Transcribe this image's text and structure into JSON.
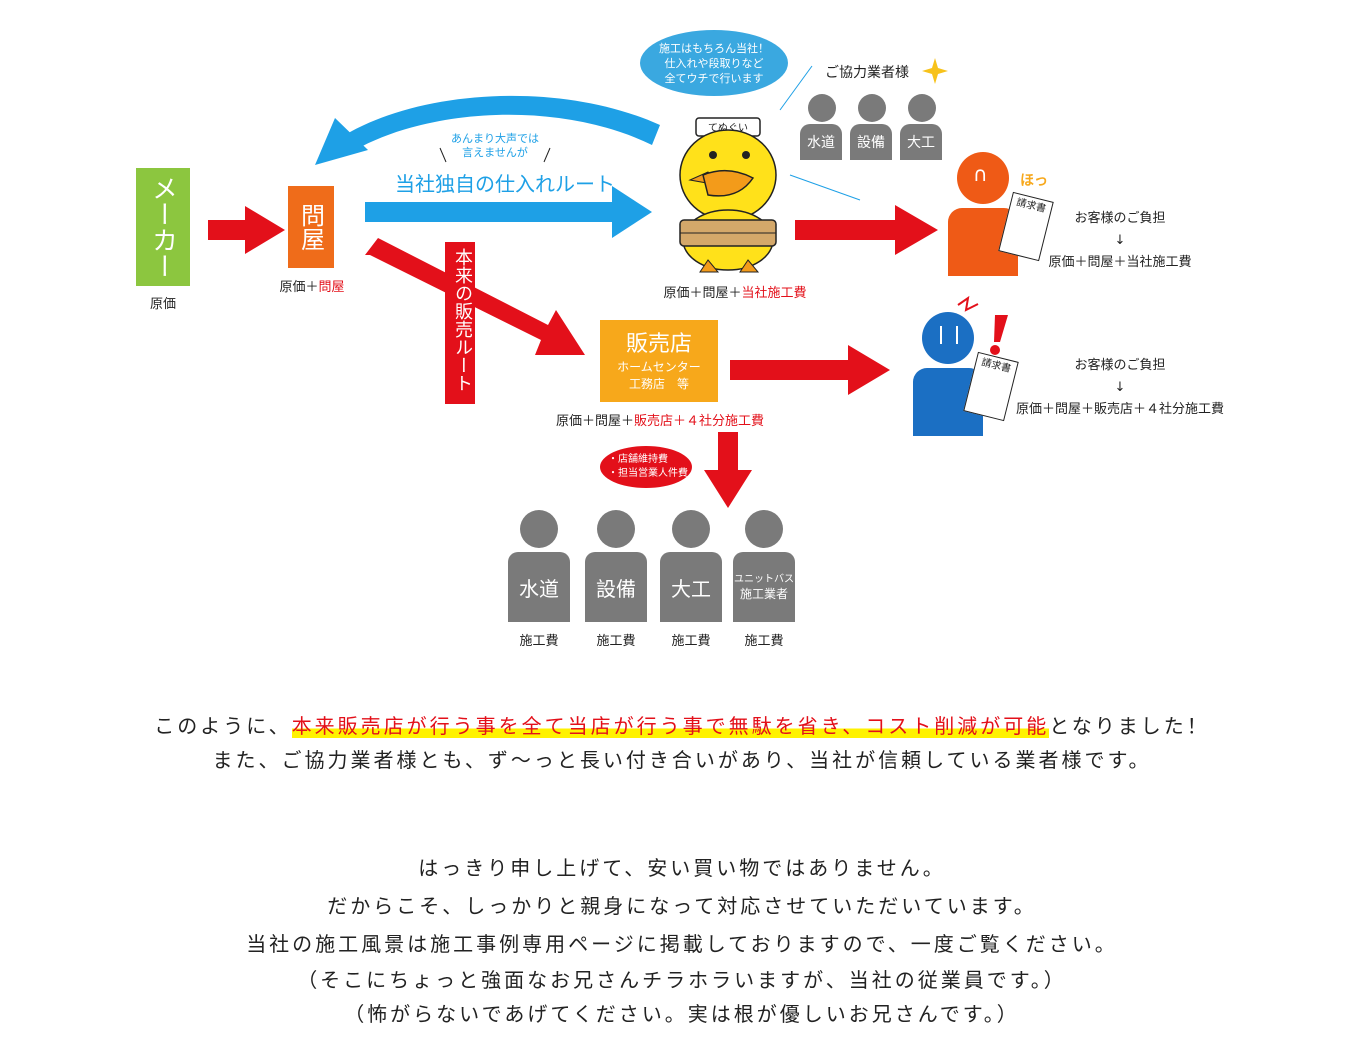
{
  "nodes": {
    "maker": "メーカー",
    "maker_cost": "原価",
    "wholesaler": "問屋",
    "wholesaler_cost_base": "原価＋",
    "wholesaler_cost_red": "問屋",
    "retailer_title": "販売店",
    "retailer_line1": "ホームセンター",
    "retailer_line2": "工務店　等",
    "retailer_cost_base": "原価＋問屋＋",
    "retailer_cost_red": "販売店＋４社分施工費",
    "our_cost_base": "原価＋問屋＋",
    "our_cost_red": "当社施工費"
  },
  "routes": {
    "our_route_label": "当社独自の仕入れルート",
    "our_route_note1": "あんまり大声では",
    "our_route_note2": "言えませんが",
    "original_route_label": "本来の販売ルート"
  },
  "bubbles": {
    "mascot_line1": "施工はもちろん当社！",
    "mascot_line2": "仕入れや段取りなど",
    "mascot_line3": "全てウチで行います",
    "retail_cost1": "・店舗維持費",
    "retail_cost2": "・担当営業人件費"
  },
  "partners": {
    "title": "ご協力業者様",
    "items": [
      "水道",
      "設備",
      "大工"
    ]
  },
  "mascot_sign": "てぬぐい",
  "customers": {
    "happy_exclaim": "ほっ",
    "invoice": "請求書",
    "happy_burden_title": "お客様のご負担",
    "happy_burden_arrow": "↓",
    "happy_burden_value": "原価＋問屋＋当社施工費",
    "upset_burden_title": "お客様のご負担",
    "upset_burden_arrow": "↓",
    "upset_burden_value": "原価＋問屋＋販売店＋４社分施工費"
  },
  "retail_workers": [
    {
      "label": "水道",
      "fee": "施工費"
    },
    {
      "label": "設備",
      "fee": "施工費"
    },
    {
      "label": "大工",
      "fee": "施工費"
    },
    {
      "label1": "ユニットバス",
      "label2": "施工業者",
      "fee": "施工費"
    }
  ],
  "text": {
    "line1_pre": "このように、",
    "line1_highlight": "本来販売店が行う事を全て当店が行う事で無駄を省き、コスト削減が可能",
    "line1_post": "となりました！",
    "line2": "また、ご協力業者様とも、ず〜っと長い付き合いがあり、当社が信頼している業者様です。",
    "para": [
      "はっきり申し上げて、安い買い物ではありません。",
      "だからこそ、しっかりと親身になって対応させていただいています。",
      "当社の施工風景は施工事例専用ページに掲載しておりますので、一度ご覧ください。",
      "（そこにちょっと強面なお兄さんチラホラいますが、当社の従業員です。）",
      "（怖がらないであげてください。実は根が優しいお兄さんです。）"
    ]
  },
  "colors": {
    "maker": "#8cc63f",
    "wholesaler": "#ef6c1a",
    "retailer": "#f7a81b",
    "blue": "#1ea0e6",
    "red": "#e3101a",
    "gray": "#7a7a7a",
    "customer_happy": "#ef5a16",
    "customer_upset": "#1b6fc3"
  }
}
